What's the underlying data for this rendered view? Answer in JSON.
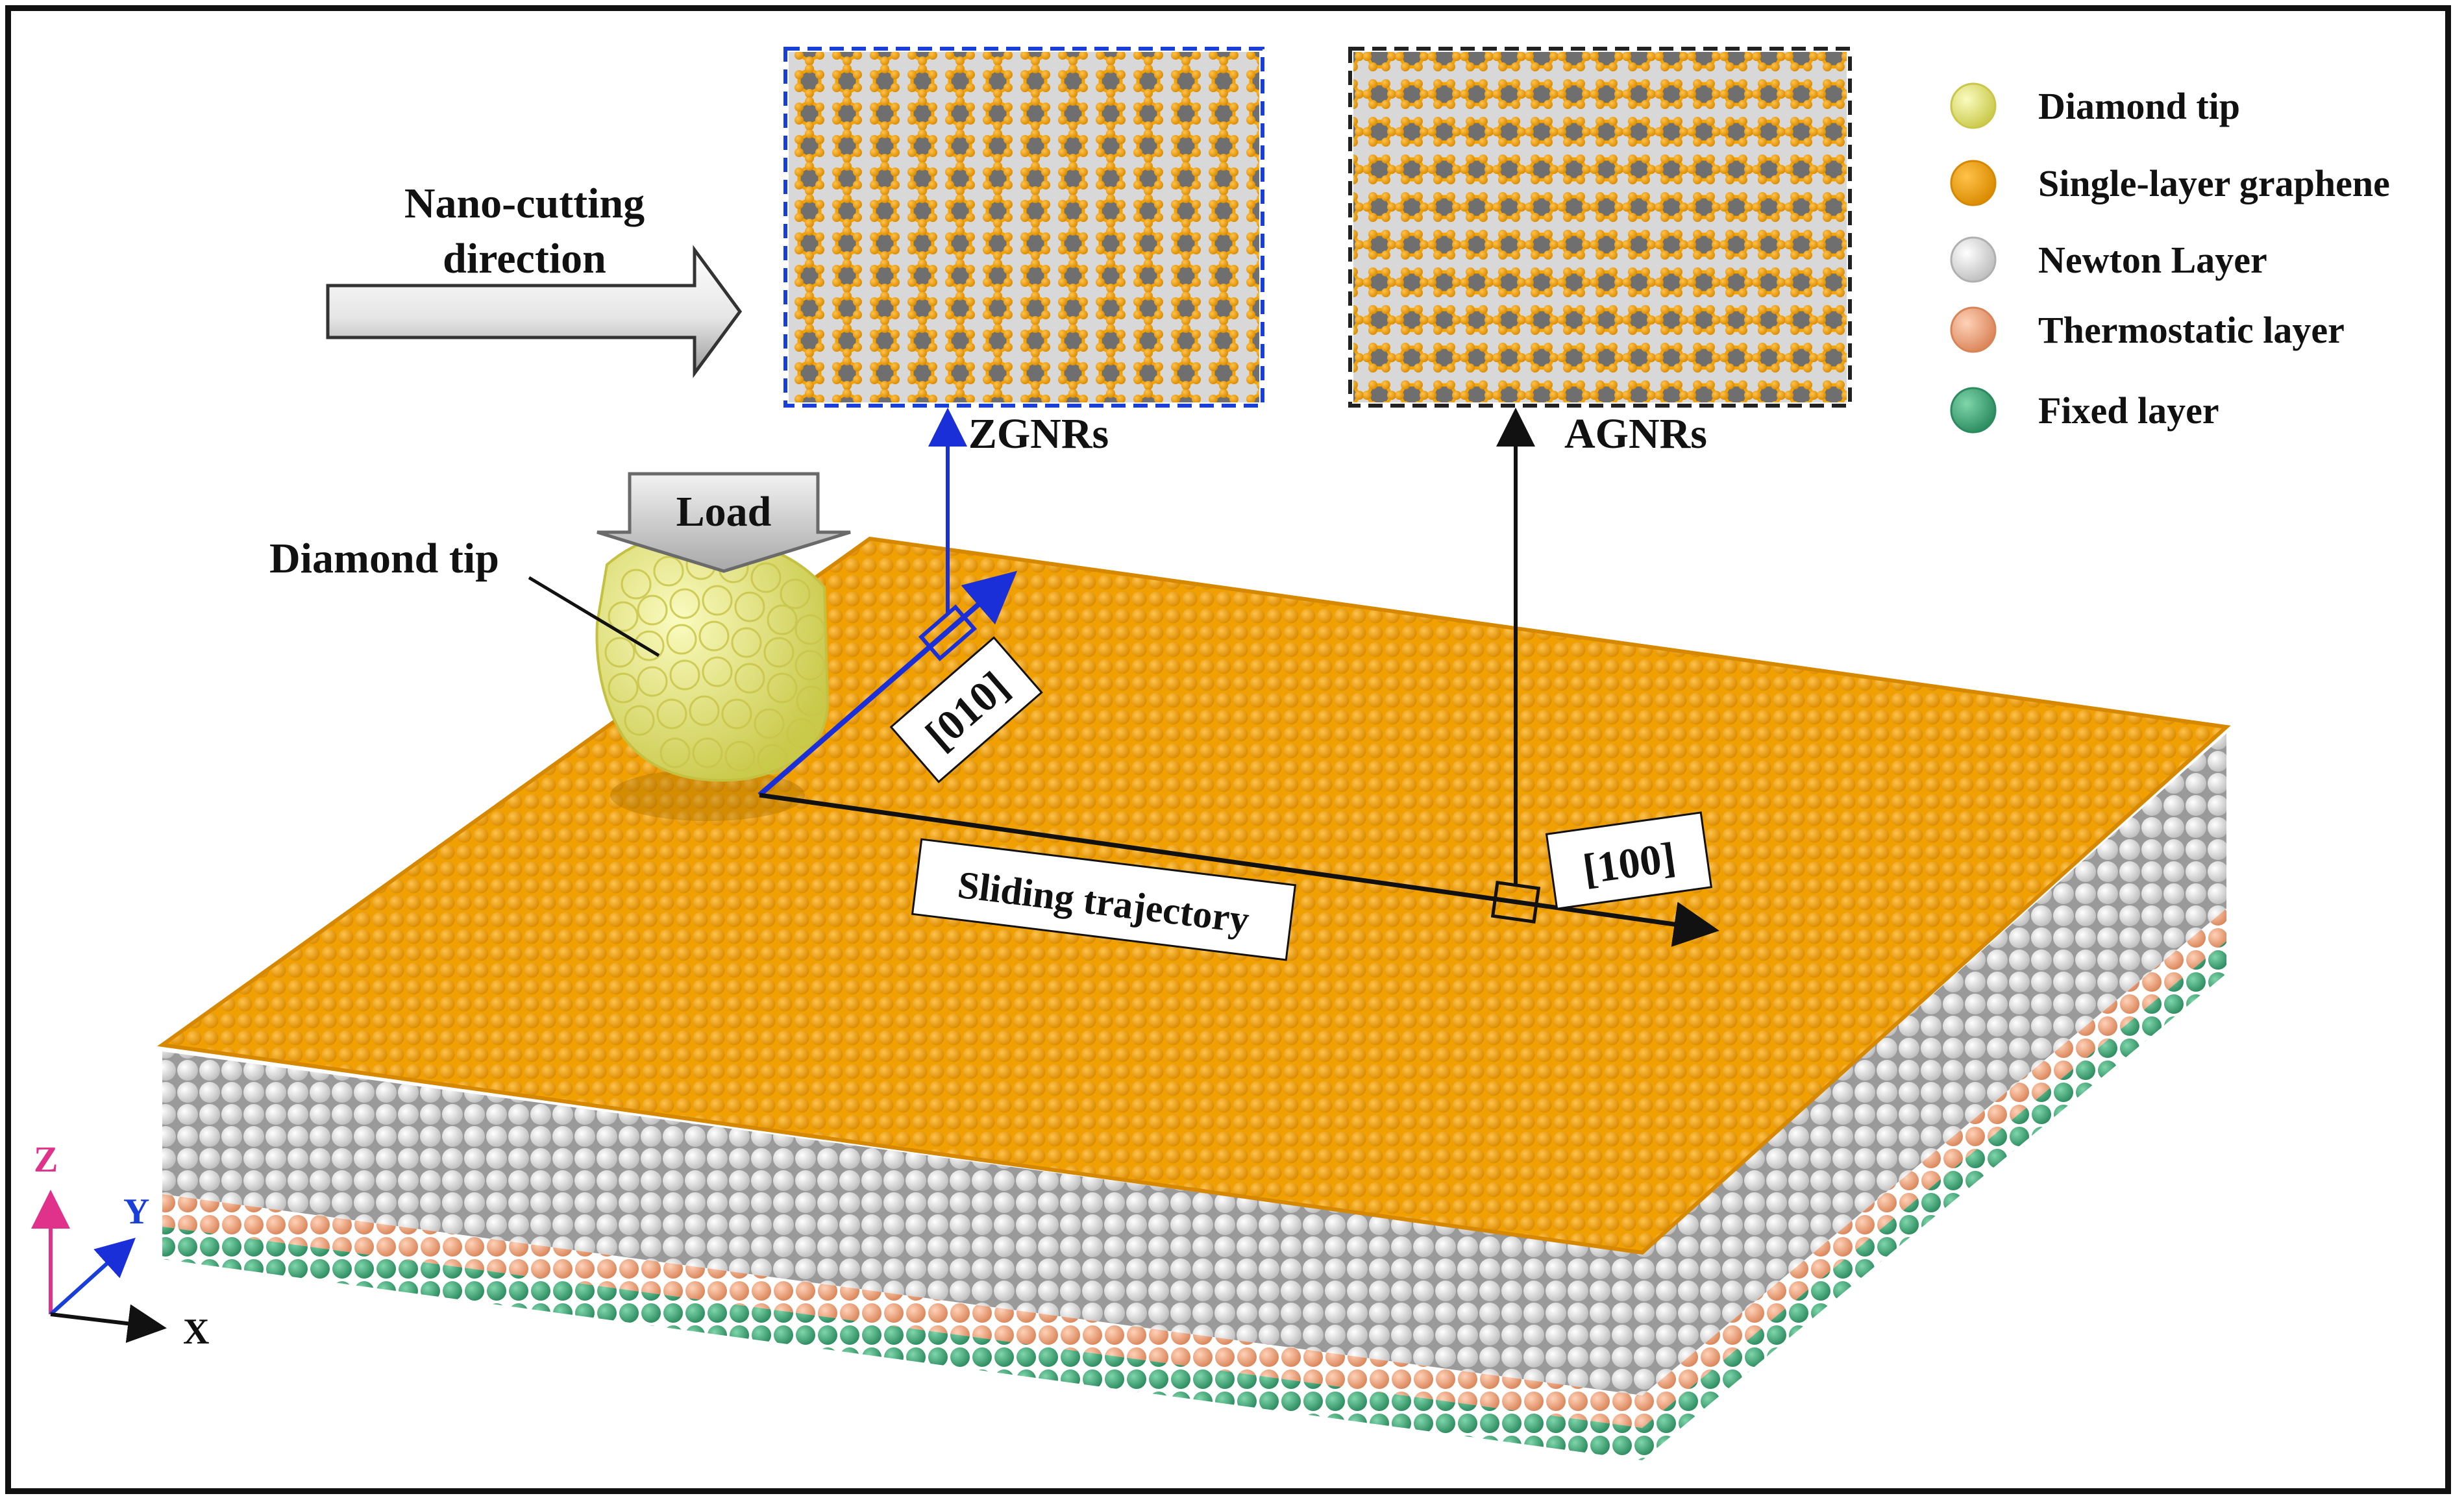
{
  "figure": {
    "nano_cutting_label_line1": "Nano-cutting",
    "nano_cutting_label_line2": "direction",
    "load_label": "Load",
    "diamond_tip_label": "Diamond tip",
    "zgnr_label": "ZGNRs",
    "agnr_label": "AGNRs",
    "direction_010_label": "[010]",
    "direction_100_label": "[100]",
    "sliding_label": "Sliding trajectory",
    "axes": {
      "z": "Z",
      "y": "Y",
      "x": "X"
    }
  },
  "legend": [
    {
      "label": "Diamond tip",
      "color": "#e8e87a"
    },
    {
      "label": "Single-layer graphene",
      "color": "#f5a300"
    },
    {
      "label": "Newton Layer",
      "color": "#ffffff"
    },
    {
      "label": "Thermostatic layer",
      "color": "#f2a882"
    },
    {
      "label": "Fixed layer",
      "color": "#3fae7c"
    }
  ],
  "colors": {
    "graphene": "#f5a300",
    "newton": "#f4f4f4",
    "thermostatic": "#f2a882",
    "fixed": "#3fae7c",
    "tip": "#e8e87a",
    "zgnr_border": "#1a3fd8",
    "agnr_border": "#222222",
    "direction_010": "#1a2fd8",
    "axis_z": "#e0328a",
    "axis_y": "#1a3fd8",
    "axis_x": "#111111"
  }
}
